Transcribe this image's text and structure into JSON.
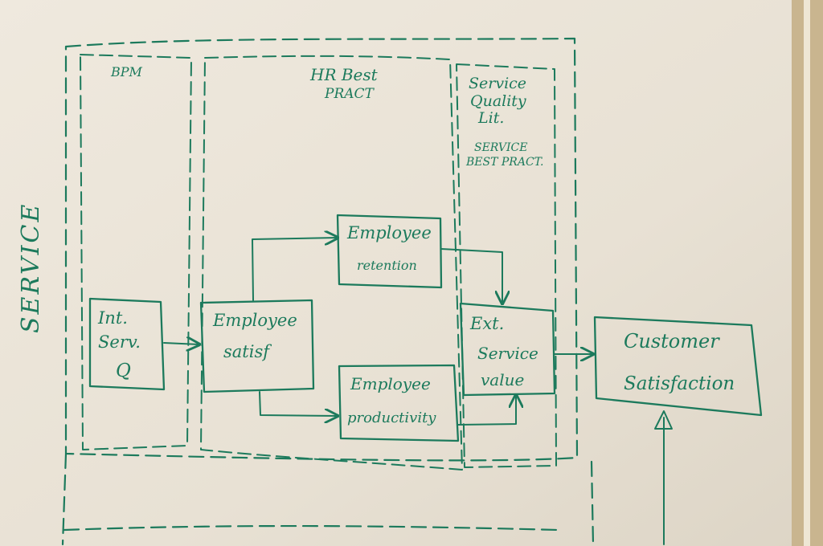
{
  "colors": {
    "ink": "#1c7a5c",
    "paper": "#ece7dc",
    "paper_shadow": "#d9d2c4",
    "wood": "#b9a27a"
  },
  "side_label": "SERVICE",
  "regions": {
    "bpm": {
      "label": "BPM"
    },
    "hr": {
      "label_lines": [
        "HR Best",
        "PRACT"
      ]
    },
    "service_quality": {
      "label_lines": [
        "Service",
        "Quality",
        "Lit."
      ]
    },
    "service_best": {
      "label_lines": [
        "SERVICE",
        "BEST PRACT."
      ]
    }
  },
  "nodes": {
    "int_serv": {
      "lines": [
        "Int.",
        "Serv.",
        "Q"
      ]
    },
    "emp_satisf": {
      "lines": [
        "Employee",
        "satisf"
      ]
    },
    "emp_retention": {
      "lines": [
        "Employee",
        "retention"
      ]
    },
    "emp_productivity": {
      "lines": [
        "Employee",
        "productivity"
      ]
    },
    "ext_service": {
      "lines": [
        "Ext.",
        "Service",
        "value"
      ]
    },
    "cust_satisf": {
      "lines": [
        "Customer",
        "Satisfaction"
      ]
    }
  }
}
